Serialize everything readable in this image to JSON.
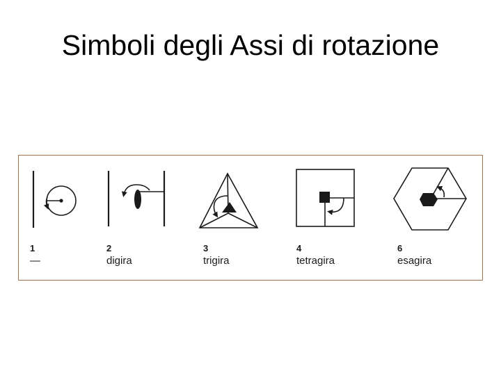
{
  "slide": {
    "title": "Simboli degli Assi di rotazione"
  },
  "axes": [
    {
      "number": "1",
      "name": "—"
    },
    {
      "number": "2",
      "name": "digira"
    },
    {
      "number": "3",
      "name": "trigira"
    },
    {
      "number": "4",
      "name": "tetragira"
    },
    {
      "number": "6",
      "name": "esagira"
    }
  ],
  "colors": {
    "panel_border": "#a0714f",
    "ink": "#1a1a1a"
  }
}
